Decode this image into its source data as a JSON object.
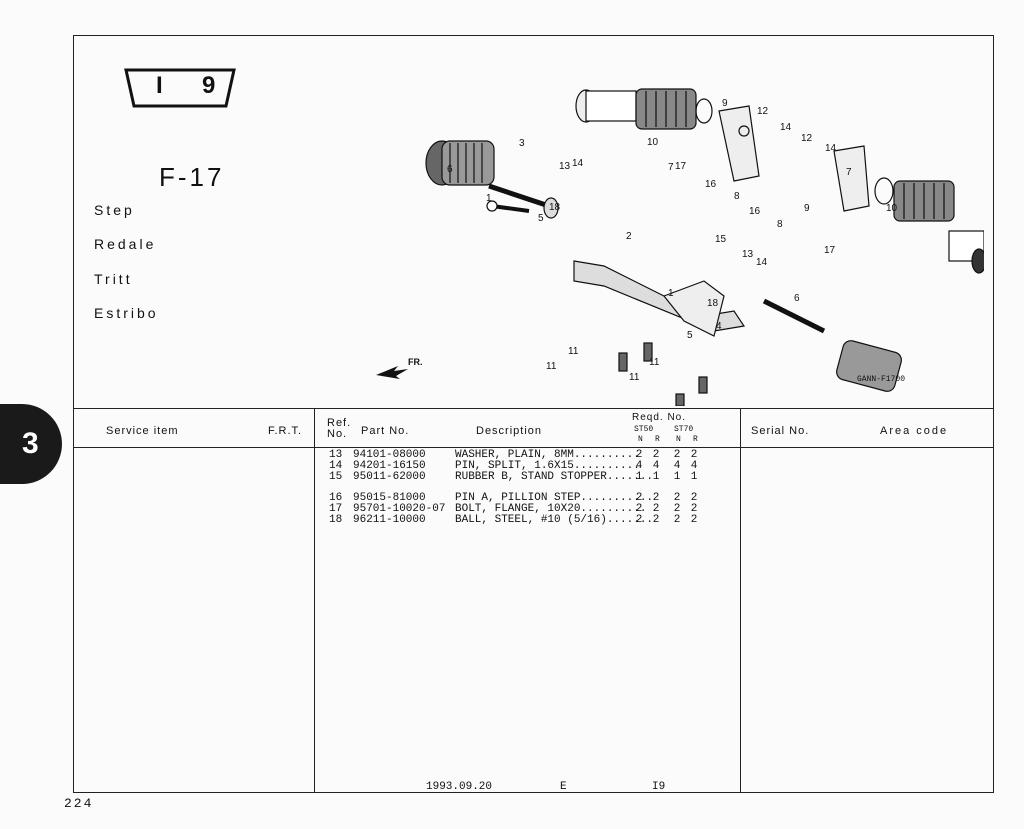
{
  "section_number": "3",
  "page_number": "224",
  "badge": {
    "left": "I",
    "right": "9"
  },
  "figure_number": "F-17",
  "part_names": [
    "Step",
    "Redale",
    "Tritt",
    "Estribo"
  ],
  "diagram_code": "GANN-F1700",
  "arrow_label": "FR.",
  "callouts": [
    "1",
    "2",
    "3",
    "4",
    "5",
    "6",
    "7",
    "8",
    "9",
    "10",
    "11",
    "12",
    "13",
    "14",
    "15",
    "16",
    "17",
    "18"
  ],
  "table_headers": {
    "service_item": "Service   item",
    "frt": "F.R.T.",
    "ref_no": "Ref. No.",
    "part_no": "Part No.",
    "description": "Description",
    "reqd_no": "Reqd. No.",
    "model_a": "ST50",
    "model_b": "ST70",
    "sub": [
      "N",
      "R",
      "N",
      "R"
    ],
    "serial_no": "Serial No.",
    "area_code": "Area  code"
  },
  "parts": [
    {
      "ref": "13",
      "part_no": "94101-08000",
      "description": "WASHER, PLAIN, 8MM..........",
      "qty": [
        "2",
        "2",
        "2",
        "2"
      ]
    },
    {
      "ref": "14",
      "part_no": "94201-16150",
      "description": "PIN, SPLIT, 1.6X15..........",
      "qty": [
        "4",
        "4",
        "4",
        "4"
      ]
    },
    {
      "ref": "15",
      "part_no": "95011-62000",
      "description": "RUBBER B, STAND STOPPER.......",
      "qty": [
        "1",
        "1",
        "1",
        "1"
      ]
    },
    {
      "ref": "16",
      "part_no": "95015-81000",
      "description": "PIN A, PILLION STEP...........",
      "qty": [
        "2",
        "2",
        "2",
        "2"
      ]
    },
    {
      "ref": "17",
      "part_no": "95701-10020-07",
      "description": "BOLT, FLANGE, 10X20..........",
      "qty": [
        "2",
        "2",
        "2",
        "2"
      ]
    },
    {
      "ref": "18",
      "part_no": "96211-10000",
      "description": "BALL, STEEL, #10 (5/16).......",
      "qty": [
        "2",
        "2",
        "2",
        "2"
      ]
    }
  ],
  "footer": {
    "date": "1993.09.20",
    "edition": "E",
    "code": "I9"
  }
}
